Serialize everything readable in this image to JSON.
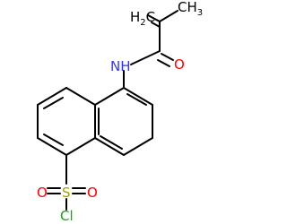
{
  "molecule": {
    "atoms": {
      "ch2_c": "H",
      "ch2_h": "C",
      "ch2_sub": "2",
      "methyl": "CH",
      "methyl_sub": "3",
      "nh": "NH",
      "o_amide": "O",
      "s": "S",
      "o_left": "O",
      "o_right": "O",
      "cl": "Cl"
    },
    "colors": {
      "carbon": "#000000",
      "nitrogen": "#3333ff",
      "oxygen": "#ff0000",
      "sulfur": "#a0a000",
      "chlorine": "#1ba21b"
    }
  }
}
